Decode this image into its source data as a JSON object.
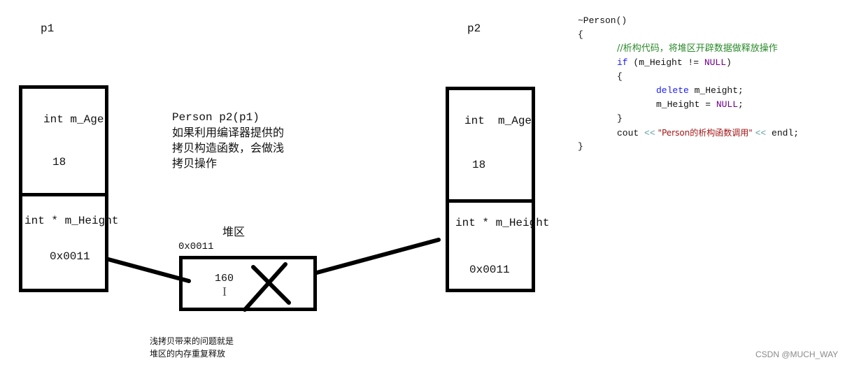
{
  "diagram": {
    "p1": {
      "title": "p1",
      "field1_decl": "int m_Age",
      "field1_value": "18",
      "field2_decl": "int * m_Height",
      "field2_value": "0x0011"
    },
    "p2": {
      "title": "p2",
      "field1_decl": "int  m_Age",
      "field1_value": "18",
      "field2_decl": "int * m_Height",
      "field2_value": "0x0011"
    },
    "heap": {
      "title": "堆区",
      "address": "0x0011",
      "value": "160",
      "mark_icon": "x-cross-icon"
    },
    "explanation": {
      "line1": "Person p2(p1)",
      "line2": "如果利用编译器提供的",
      "line3": "拷贝构造函数，会做浅",
      "line4": "拷贝操作"
    },
    "problem_note": {
      "line1": "浅拷贝带来的问题就是",
      "line2": "堆区的内存重复释放"
    }
  },
  "code": {
    "line1": "~Person()",
    "line2": "{",
    "comment": "//析构代码，将堆区开辟数据做释放操作",
    "if_kw": "if",
    "if_cond_a": " (m_Height != ",
    "null1": "NULL",
    "if_cond_b": ")",
    "open_brace": "{",
    "delete_kw": "delete",
    "delete_rest": " m_Height;",
    "assign_a": "m_Height = ",
    "null2": "NULL",
    "assign_b": ";",
    "close_brace": "}",
    "cout": "cout ",
    "op1": "<<",
    "string": " \"Person的析构函数调用\" ",
    "op2": "<<",
    "endl": " endl;",
    "end_brace": "}"
  },
  "colors": {
    "keyword": "#1a1aff",
    "comment": "#2a8a2a",
    "null_macro": "#6f008a",
    "string": "#a31515",
    "operator": "#5f9ea0"
  },
  "cursor_glyph": "I",
  "watermark": "CSDN @MUCH_WAY"
}
